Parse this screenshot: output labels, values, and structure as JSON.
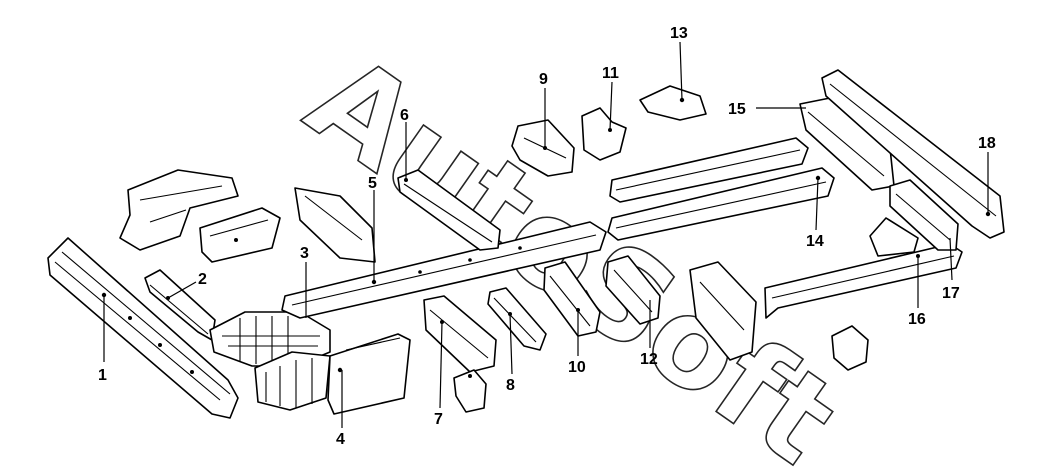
{
  "watermark": {
    "text": "AutoSoft"
  },
  "callouts": [
    "1",
    "2",
    "3",
    "4",
    "5",
    "6",
    "7",
    "8",
    "9",
    "10",
    "11",
    "12",
    "13",
    "14",
    "15",
    "16",
    "17",
    "18"
  ],
  "colors": {
    "ink": "#000000",
    "paper": "#ffffff"
  }
}
